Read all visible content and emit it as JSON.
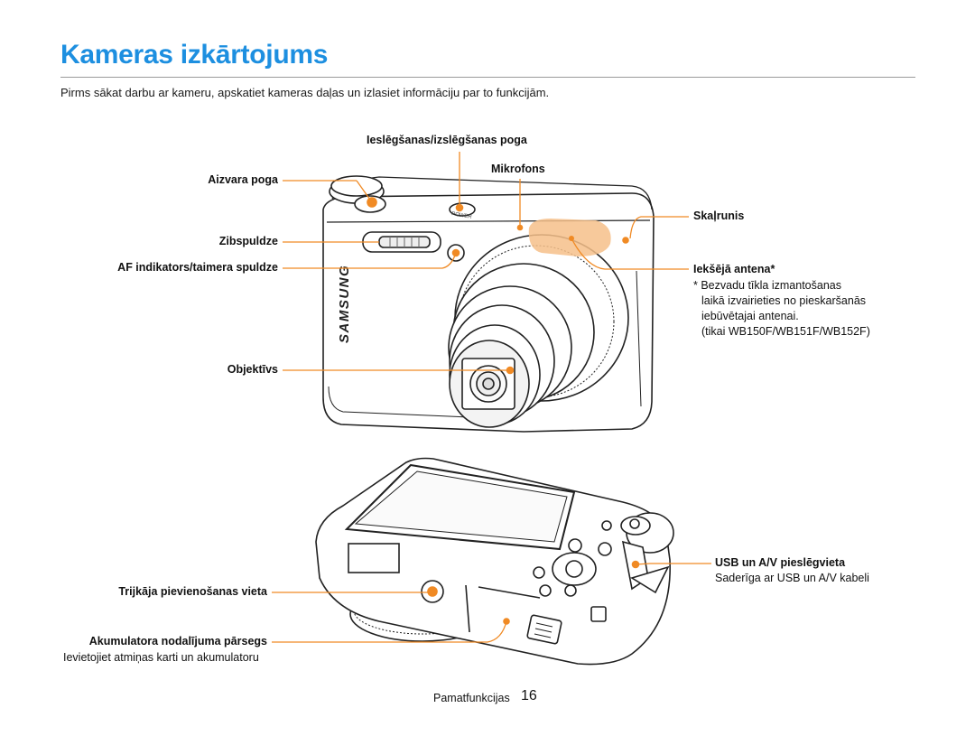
{
  "page": {
    "title": "Kameras izkārtojums",
    "intro": "Pirms sākat darbu ar kameru, apskatiet kameras daļas un izlasiet informāciju par to funkcijām."
  },
  "labels": {
    "power_button": "Ieslēgšanas/izslēgšanas poga",
    "shutter_button": "Aizvara poga",
    "microphone": "Mikrofons",
    "speaker": "Skaļrunis",
    "flash": "Zibspuldze",
    "af_lamp": "AF indikators/taimera spuldze",
    "antenna": "Iekšējā antena*",
    "antenna_note_1": "* Bezvadu tīkla izmantošanas",
    "antenna_note_2": "laikā izvairieties no pieskaršanās",
    "antenna_note_3": "iebūvētajai antenai.",
    "antenna_note_4": "(tikai WB150F/WB151F/WB152F)",
    "lens": "Objektīvs",
    "usb_port": "USB un A/V pieslēgvieta",
    "usb_note": "Saderīga ar USB un A/V kabeli",
    "tripod": "Trijkāja pievienošanas vieta",
    "battery_cover": "Akumulatora nodalījuma pārsegs",
    "battery_note": "Ievietojiet atmiņas karti un akumulatoru"
  },
  "camera": {
    "brand": "SAMSUNG",
    "power_text": "POWER"
  },
  "footer": {
    "section": "Pamatfunkcijas",
    "page_number": "16"
  },
  "colors": {
    "title": "#1d8fe0",
    "callout": "#f08a24",
    "antenna_zone": "#f6c08a"
  }
}
